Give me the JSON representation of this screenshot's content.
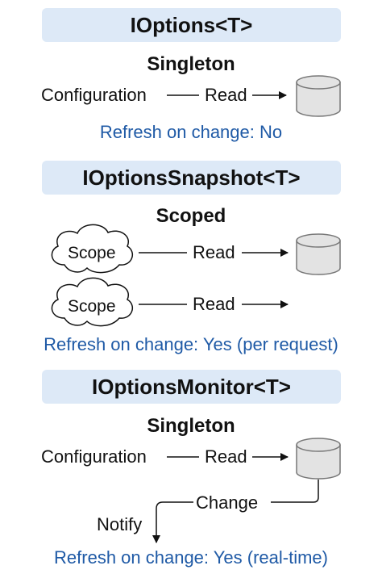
{
  "sections": [
    {
      "title": "IOptions<T>",
      "lifetime": "Singleton",
      "source": "Configuration",
      "read": "Read",
      "refresh": "Refresh on change: No"
    },
    {
      "title": "IOptionsSnapshot<T>",
      "lifetime": "Scoped",
      "scope1": "Scope",
      "scope2": "Scope",
      "read1": "Read",
      "read2": "Read",
      "refresh": "Refresh on change: Yes (per request)"
    },
    {
      "title": "IOptionsMonitor<T>",
      "lifetime": "Singleton",
      "source": "Configuration",
      "read": "Read",
      "change": "Change",
      "notify": "Notify",
      "refresh": "Refresh on change: Yes (real-time)"
    }
  ],
  "colors": {
    "band": "#dde9f7",
    "refresh_text": "#1f5aa6",
    "cylinder_fill": "#e3e3e3",
    "cylinder_stroke": "#777777"
  }
}
